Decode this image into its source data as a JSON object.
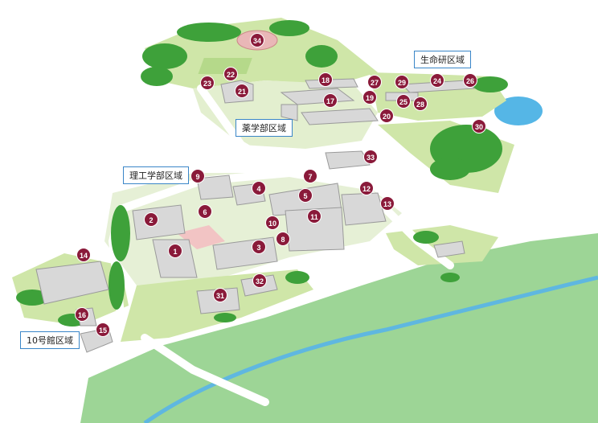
{
  "zones": [
    {
      "id": "seimei",
      "label": "生命研区域"
    },
    {
      "id": "yakugaku",
      "label": "薬学部区域"
    },
    {
      "id": "riko",
      "label": "理工学部区域"
    },
    {
      "id": "b10",
      "label": "10号館区域"
    }
  ],
  "markers": [
    "1",
    "2",
    "3",
    "4",
    "5",
    "6",
    "7",
    "8",
    "9",
    "10",
    "11",
    "12",
    "13",
    "14",
    "15",
    "16",
    "17",
    "18",
    "19",
    "20",
    "21",
    "22",
    "23",
    "24",
    "25",
    "26",
    "27",
    "28",
    "29",
    "30",
    "31",
    "32",
    "33",
    "34"
  ],
  "colors": {
    "marker": "#8a1a3a",
    "lawn": "#cfe6a8",
    "trees": "#3ea13a",
    "river": "#8fcf8c",
    "water": "#55b6e6",
    "label_border": "#3a86c8"
  }
}
